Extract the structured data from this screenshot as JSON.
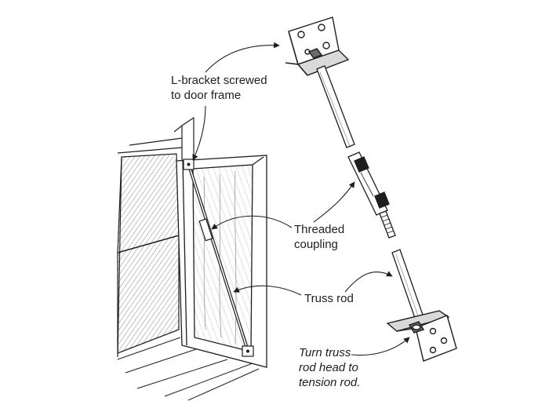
{
  "labels": {
    "bracket": {
      "line1": "L-bracket screwed",
      "line2": "to door frame"
    },
    "coupling": {
      "line1": "Threaded",
      "line2": "coupling"
    },
    "truss_rod": "Truss rod",
    "turn": {
      "line1": "Turn truss",
      "line2": "rod head to",
      "line3": "tension rod."
    }
  },
  "colors": {
    "ink": "#1e1e1e",
    "shade": "#6b6b6b",
    "background": "#ffffff"
  }
}
